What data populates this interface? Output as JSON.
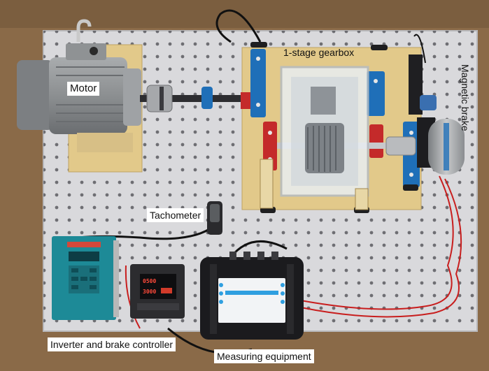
{
  "labels": {
    "motor": "Motor",
    "gearbox": "1-stage gearbox",
    "magnetic_brake": "Magnetic brake",
    "tachometer": "Tachometer",
    "inverter": "Inverter and brake controller",
    "measuring": "Measuring equipment"
  },
  "controller_display": {
    "top": "0500",
    "bottom": "3000"
  },
  "colors": {
    "table_wood": "#8a6a48",
    "plate": "#d9d9dc",
    "mount_plate": "#e2c98a",
    "clamp_blue": "#1f6fb8",
    "clamp_red": "#c42a2a",
    "inverter_teal": "#1d8a97",
    "screen_blue": "#2f9fe0",
    "cable_red": "#c81e1e"
  }
}
